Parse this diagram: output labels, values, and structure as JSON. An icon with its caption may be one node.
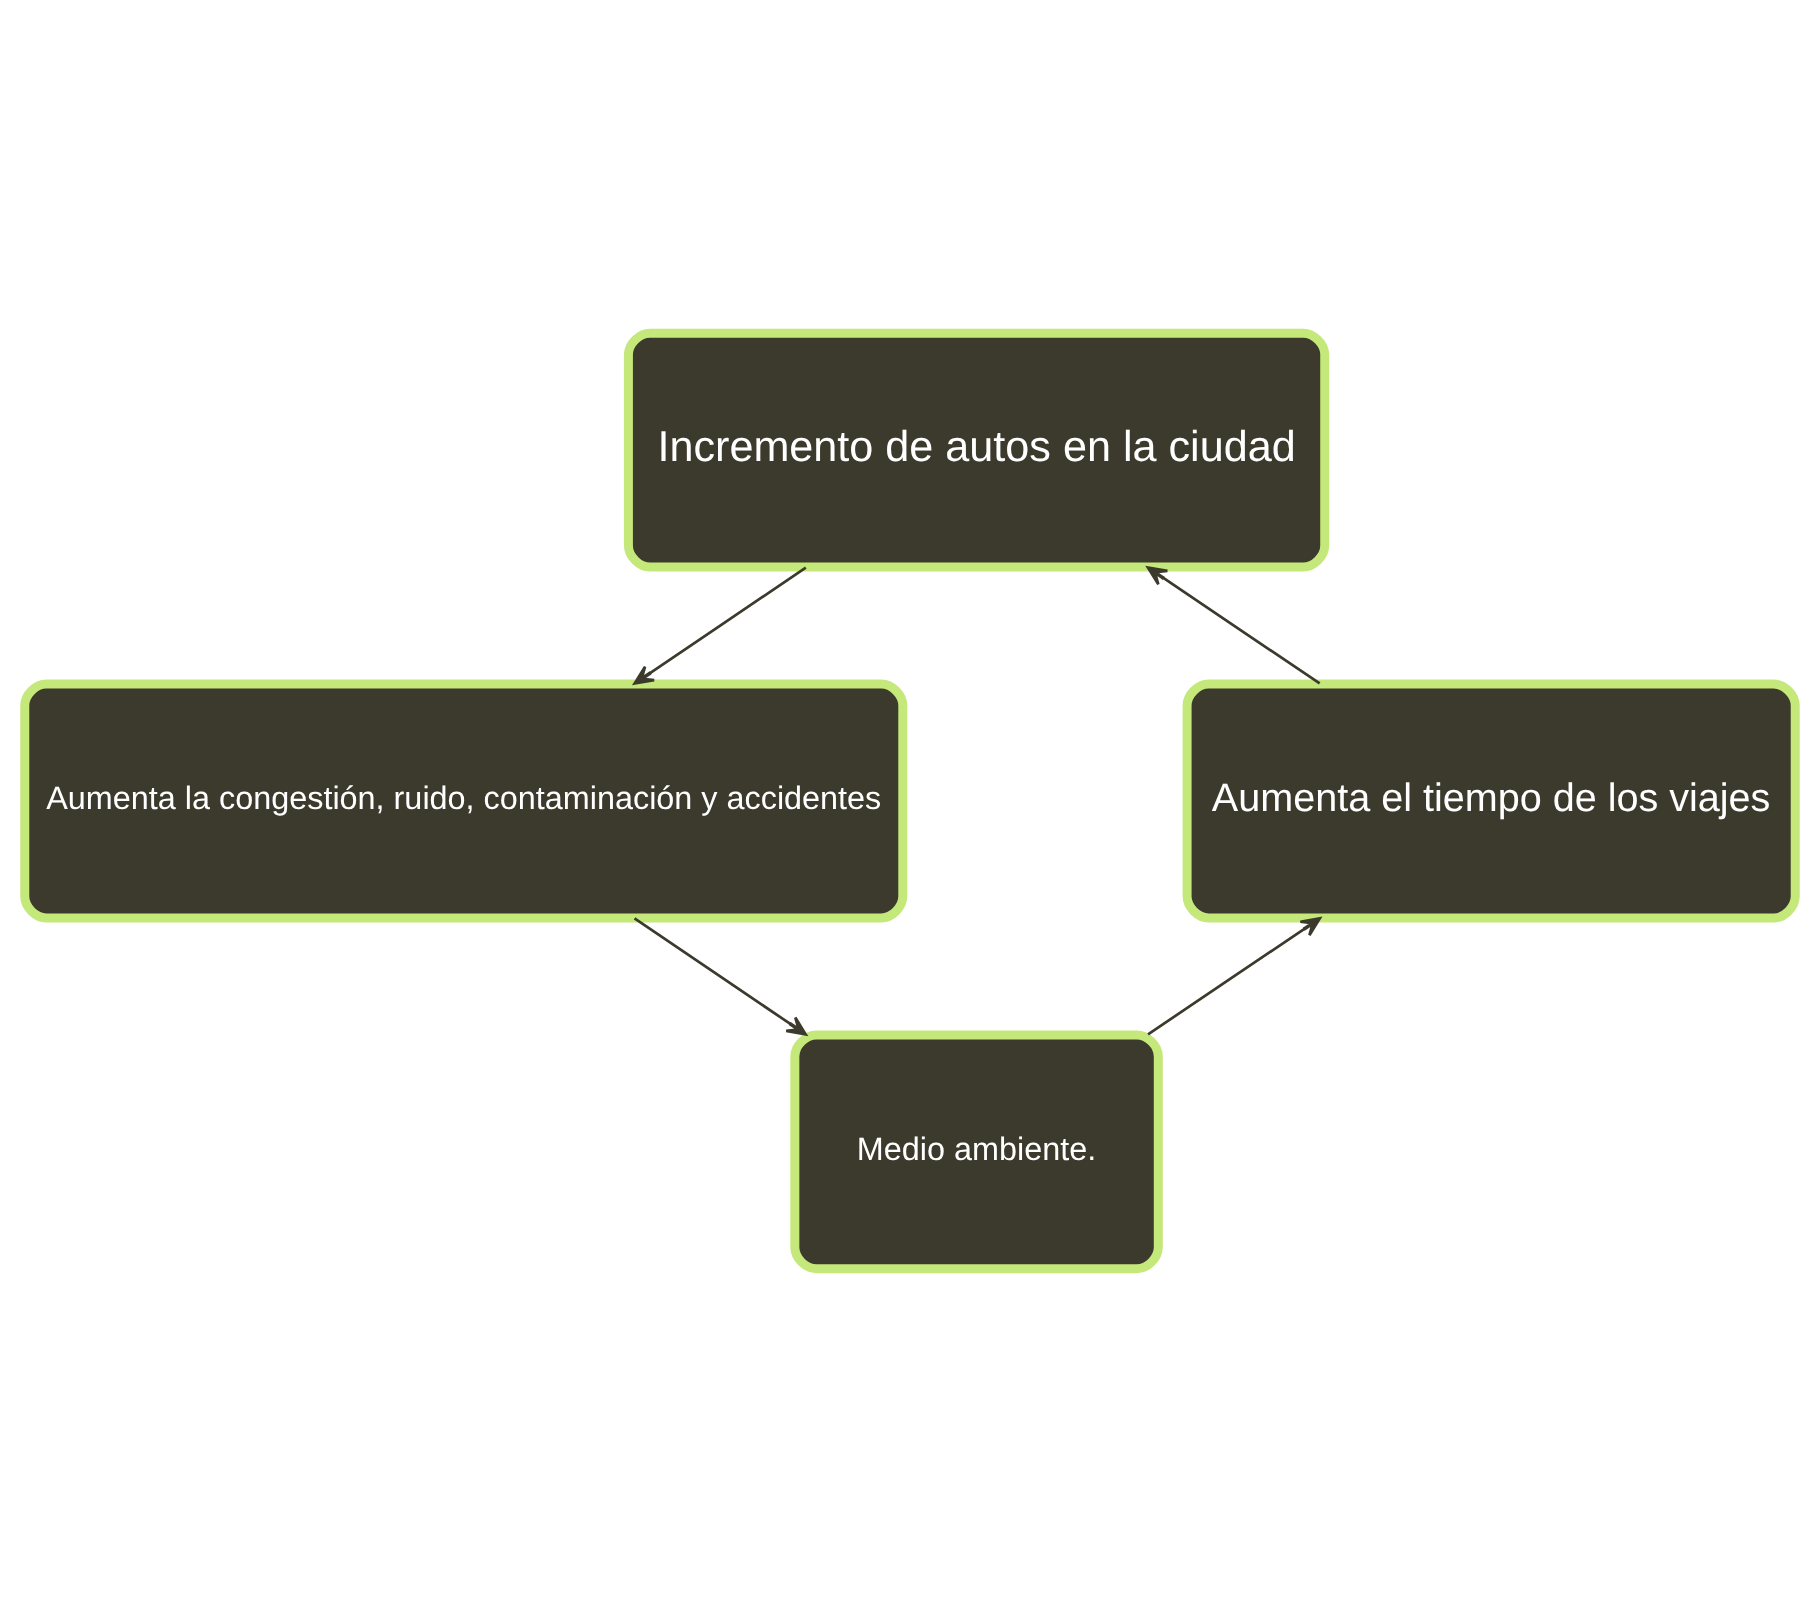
{
  "diagram": {
    "nodes": [
      {
        "text": [
          "Incremento de autos en la ciudad"
        ]
      },
      {
        "text": [
          "Aumenta la congestión, ruido, contaminación y accidentes"
        ]
      },
      {
        "text": [
          "Medio ambiente."
        ]
      },
      {
        "text": [
          "Aumenta el tiempo de los viajes"
        ]
      }
    ],
    "edges": [
      {
        "from": 0,
        "to": 1,
        "arrow": "to"
      },
      {
        "from": 1,
        "to": 2,
        "arrow": "to"
      },
      {
        "from": 2,
        "to": 3,
        "arrow": "to"
      },
      {
        "from": 3,
        "to": 0,
        "arrow": "to"
      }
    ]
  }
}
